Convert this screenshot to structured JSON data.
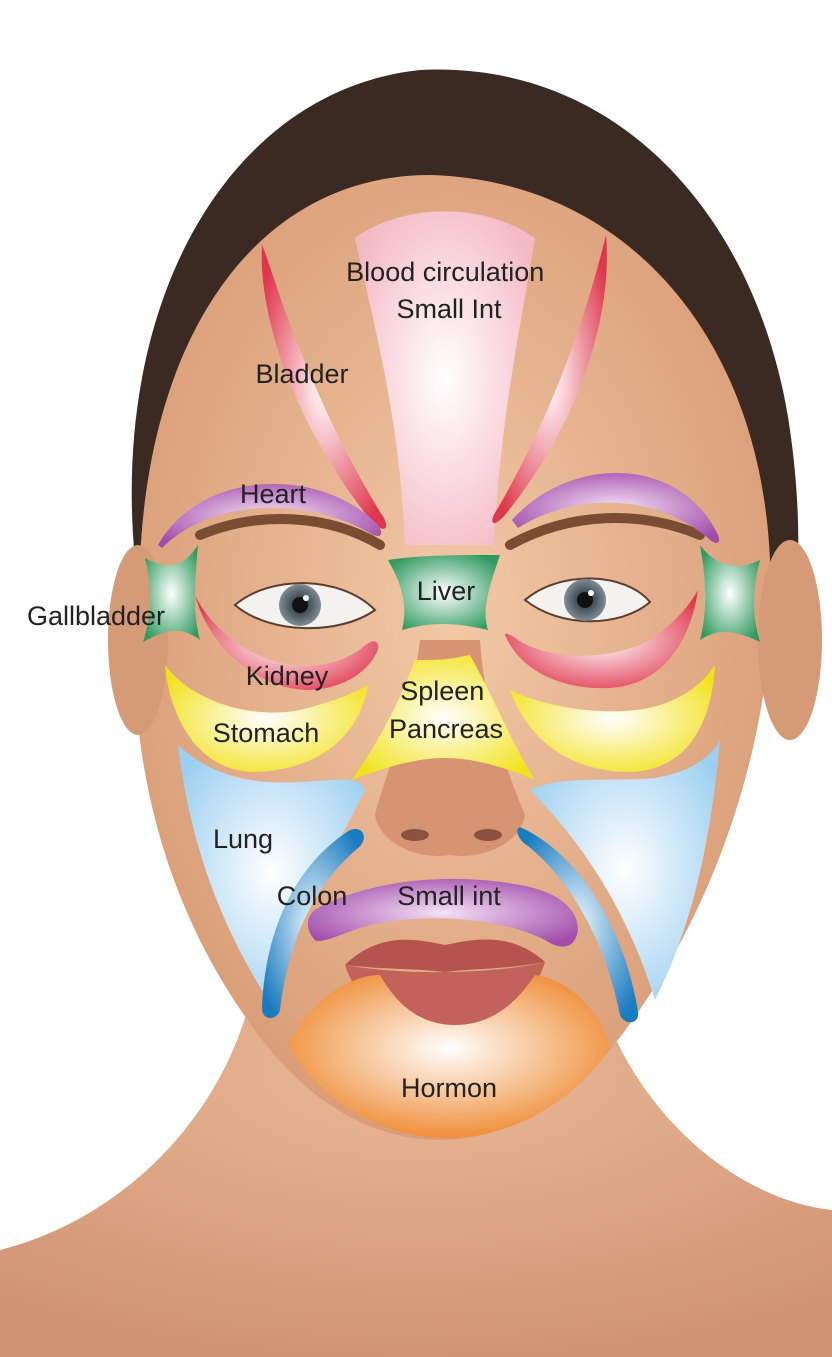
{
  "zones": [
    {
      "id": "blood-circulation",
      "lines": [
        "Blood circulation",
        "Small Int"
      ],
      "color": "#f7c6cf"
    },
    {
      "id": "bladder",
      "lines": [
        "Bladder"
      ],
      "color": "#e8455a"
    },
    {
      "id": "heart",
      "lines": [
        "Heart"
      ],
      "color": "#b25ab8"
    },
    {
      "id": "gallbladder",
      "lines": [
        "Gallbladder"
      ],
      "color": "#3aa56b"
    },
    {
      "id": "liver",
      "lines": [
        "Liver"
      ],
      "color": "#3aa56b"
    },
    {
      "id": "kidney",
      "lines": [
        "Kidney"
      ],
      "color": "#e8455a"
    },
    {
      "id": "spleen-pancreas",
      "lines": [
        "Spleen",
        "Pancreas"
      ],
      "color": "#f3e62a"
    },
    {
      "id": "stomach",
      "lines": [
        "Stomach"
      ],
      "color": "#f3e62a"
    },
    {
      "id": "lung",
      "lines": [
        "Lung"
      ],
      "color": "#a9d6f2"
    },
    {
      "id": "colon",
      "lines": [
        "Colon"
      ],
      "color": "#1f86c8"
    },
    {
      "id": "small-int",
      "lines": [
        "Small int"
      ],
      "color": "#b25ab8"
    },
    {
      "id": "hormon",
      "lines": [
        "Hormon"
      ],
      "color": "#f08a2a"
    }
  ]
}
